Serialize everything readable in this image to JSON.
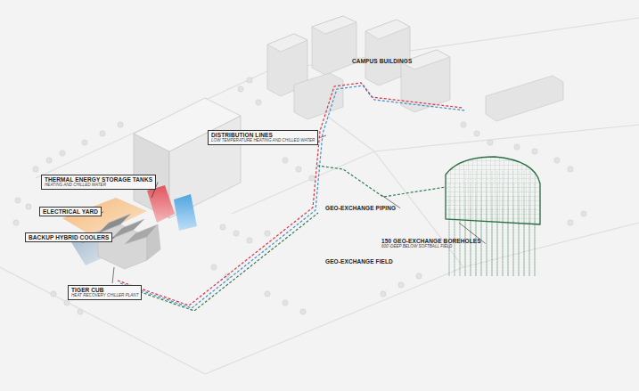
{
  "diagram": {
    "labels": [
      "CAMPUS BUILDINGS",
      "DISTRIBUTION LINES",
      "LOW TEMPERATURE HEATING AND CHILLED WATER",
      "THERMAL ENERGY STORAGE TANKS",
      "HEATING AND CHILLED WATER",
      "ELECTRICAL YARD",
      "BACKUP HYBRID COOLERS",
      "GEO-EXCHANGE PIPING",
      "150 GEO-EXCHANGE BOREHOLES",
      "600'-DEEP BELOW SOFTBALL FIELD",
      "GEO-EXCHANGE FIELD",
      "TIGER CUB",
      "HEAT RECOVERY CHILLER PLANT"
    ]
  }
}
